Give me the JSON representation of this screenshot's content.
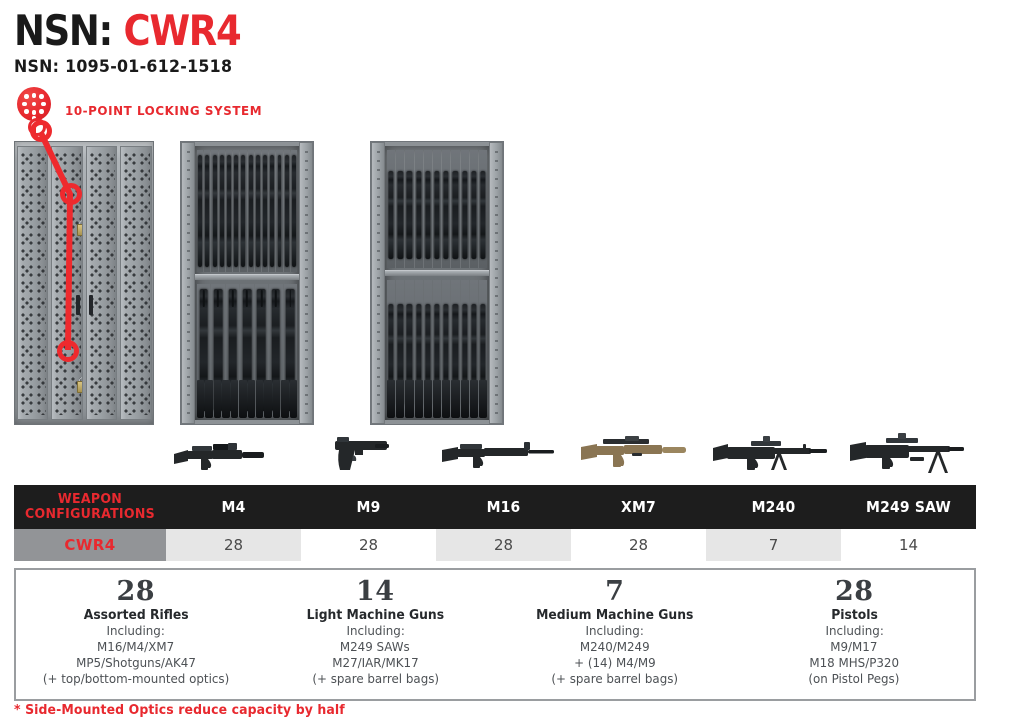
{
  "header": {
    "nsn_prefix": "NSN:",
    "model": "CWR4",
    "nsn_number": "NSN: 1095-01-612-1518",
    "lock_label": "10-POINT LOCKING SYSTEM",
    "lock_icon": "ten-point-lock-icon"
  },
  "colors": {
    "accent_red": "#e8292f",
    "header_black": "#1d1d1d",
    "row_label_gray": "#929497",
    "cell_alt_gray": "#e6e6e6",
    "panel_border": "#9a9da0"
  },
  "cabinets": [
    {
      "name": "closed-perforated-cabinet",
      "caption": ""
    },
    {
      "name": "open-cabinet-rifles",
      "caption": ""
    },
    {
      "name": "open-cabinet-rifles-two-tier",
      "caption": ""
    }
  ],
  "weapon_thumbs": [
    {
      "name": "m4-carbine-thumb",
      "label": "M4"
    },
    {
      "name": "m9-pistol-thumb",
      "label": "M9"
    },
    {
      "name": "m16-rifle-thumb",
      "label": "M16"
    },
    {
      "name": "xm7-rifle-thumb",
      "label": "XM7"
    },
    {
      "name": "m240-machinegun-thumb",
      "label": "M240"
    },
    {
      "name": "m249-saw-thumb",
      "label": "M249 SAW"
    }
  ],
  "table": {
    "corner_label_line1": "WEAPON",
    "corner_label_line2": "CONFIGURATIONS",
    "columns": [
      "M4",
      "M9",
      "M16",
      "XM7",
      "M240",
      "M249 SAW"
    ],
    "row_label": "CWR4",
    "values": [
      "28",
      "28",
      "28",
      "28",
      "7",
      "14"
    ]
  },
  "summary": [
    {
      "count": "28",
      "title": "Assorted Rifles",
      "including_label": "Including:",
      "line1": "M16/M4/XM7",
      "line2": "MP5/Shotguns/AK47",
      "note": "(+ top/bottom-mounted optics)"
    },
    {
      "count": "14",
      "title": "Light Machine Guns",
      "including_label": "Including:",
      "line1": "M249 SAWs",
      "line2": "M27/IAR/MK17",
      "note": "(+ spare barrel bags)"
    },
    {
      "count": "7",
      "title": "Medium Machine Guns",
      "including_label": "Including:",
      "line1": "M240/M249",
      "line2": "+ (14) M4/M9",
      "note": "(+ spare barrel bags)"
    },
    {
      "count": "28",
      "title": "Pistols",
      "including_label": "Including:",
      "line1": "M9/M17",
      "line2": "M18 MHS/P320",
      "note": "(on Pistol Pegs)"
    }
  ],
  "footnote": "* Side-Mounted Optics reduce capacity by half"
}
